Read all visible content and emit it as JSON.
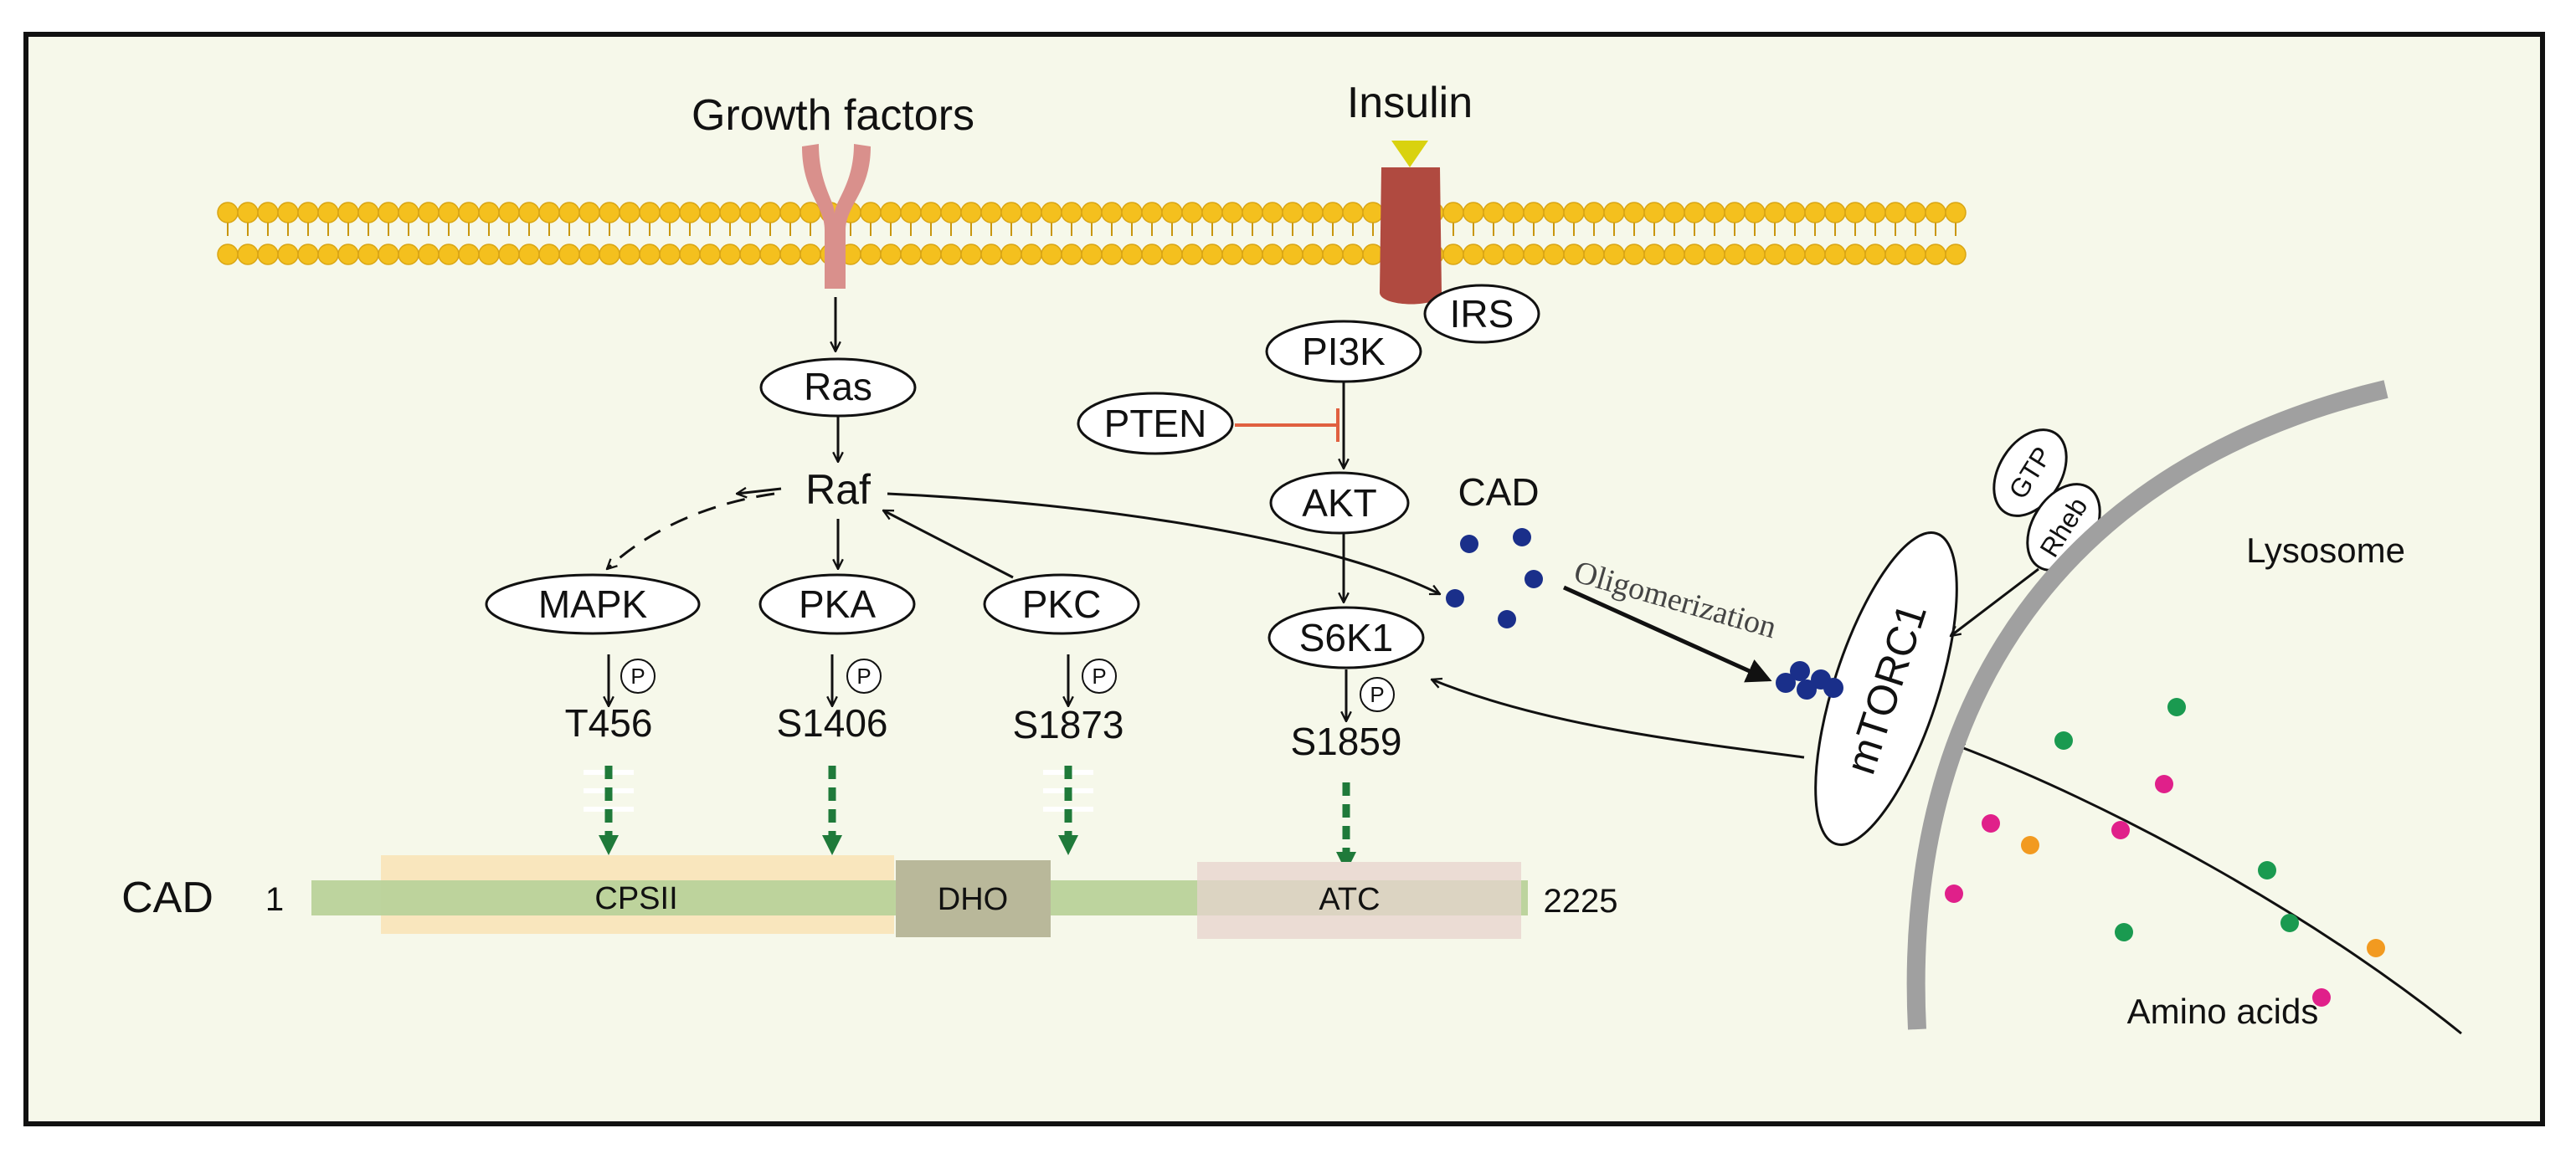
{
  "labels": {
    "growth_factors": "Growth factors",
    "insulin": "Insulin",
    "irs": "IRS",
    "pi3k": "PI3K",
    "pten": "PTEN",
    "akt": "AKT",
    "s6k1": "S6K1",
    "ras": "Ras",
    "raf": "Raf",
    "mapk": "MAPK",
    "pka": "PKA",
    "pkc": "PKC",
    "cad_top": "CAD",
    "oligomerization": "Oligomerization",
    "gtp": "GTP",
    "rheb": "Rheb",
    "mtorc1": "mTORC1",
    "lysosome": "Lysosome",
    "amino_acids": "Amino acids",
    "phospho": "P"
  },
  "sites": [
    "T456",
    "S1406",
    "S1873",
    "S1859"
  ],
  "protein_bar": {
    "name": "CAD",
    "start": "1",
    "end": "2225",
    "domains": [
      "CPSII",
      "DHO",
      "ATC"
    ]
  },
  "colors": {
    "background": "#f6f8ea",
    "membrane": "#f4c01e",
    "growth_receptor": "#d9908c",
    "insulin_receptor": "#b04a40",
    "insulin_ligand": "#d9d20f",
    "inhibit": "#e06040",
    "dashed_arrow": "#1f7a3a",
    "cad_dots": "#1a2f8a",
    "bar": "#b9d29a",
    "cpsii": "#f9e6bd",
    "dho": "#b9b89a",
    "atc": "#ebdcd4",
    "lysosome": "#a0a0a0",
    "aa_green": "#1a9a50",
    "aa_magenta": "#e0208a",
    "aa_orange": "#f29a20"
  }
}
